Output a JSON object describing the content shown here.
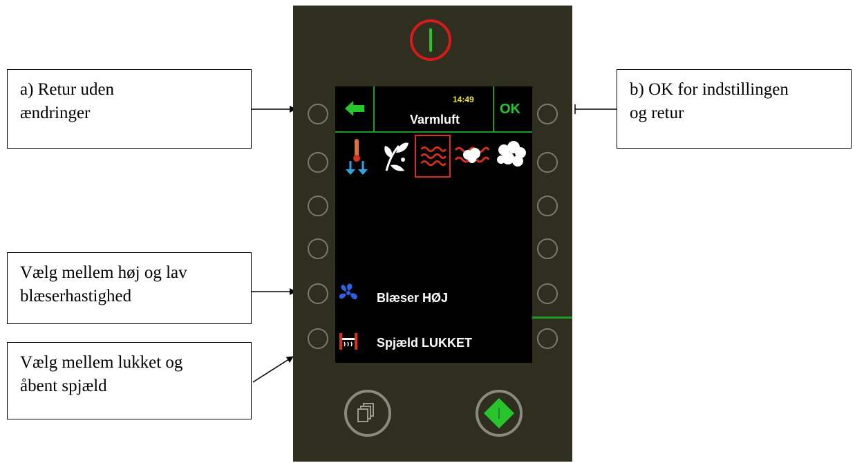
{
  "callouts": {
    "a": "a) Retur uden\nændringer",
    "b": "b) OK for indstillingen\nog retur",
    "c": "Vælg mellem høj og lav\nblæserhastighed",
    "d": "Vælg mellem lukket og\nåbent spjæld"
  },
  "screen": {
    "time": "14:49",
    "title": "Varmluft",
    "ok_label": "OK",
    "modes": [
      {
        "icon": "temperature-down-icon"
      },
      {
        "icon": "plant-icon"
      },
      {
        "icon": "heat-waves-icon",
        "selected": true
      },
      {
        "icon": "steam-heat-icon"
      },
      {
        "icon": "steam-cloud-icon"
      }
    ],
    "fan_label": "Blæser HØJ",
    "damper_label": "Spjæld LUKKET"
  },
  "colors": {
    "panel": "#2f2f1f",
    "screen_line": "#1f9a25",
    "selection": "#d8301e",
    "power_ring": "#d81a1a",
    "ok": "#27c52b",
    "time": "#e8e23a"
  }
}
